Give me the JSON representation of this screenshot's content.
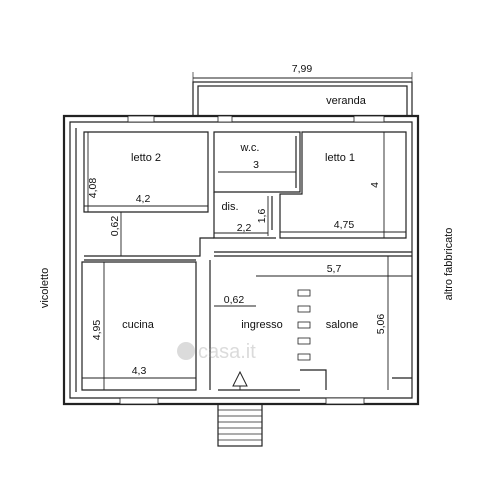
{
  "rooms": {
    "letto2": "letto 2",
    "wc": "w.c.",
    "letto1": "letto 1",
    "dis": "dis.",
    "cucina": "cucina",
    "ingresso": "ingresso",
    "salone": "salone",
    "veranda": "veranda"
  },
  "context": {
    "vicoletto": "vicoletto",
    "altro_fabbricato": "altro fabbricato"
  },
  "dimensions": {
    "top_width": "7,99",
    "wc_width": "3",
    "letto1_height": "4",
    "letto1_width": "4,75",
    "letto2_height": "4,08",
    "letto2_width": "4,2",
    "dis_height": "0,62",
    "dis_small": "1,6",
    "dis_width": "2,2",
    "salone_width": "5,7",
    "ingresso_width": "0,62",
    "cucina_height": "4,95",
    "cucina_width": "4,3",
    "salone_height": "5,06"
  },
  "watermark": "casa.it"
}
